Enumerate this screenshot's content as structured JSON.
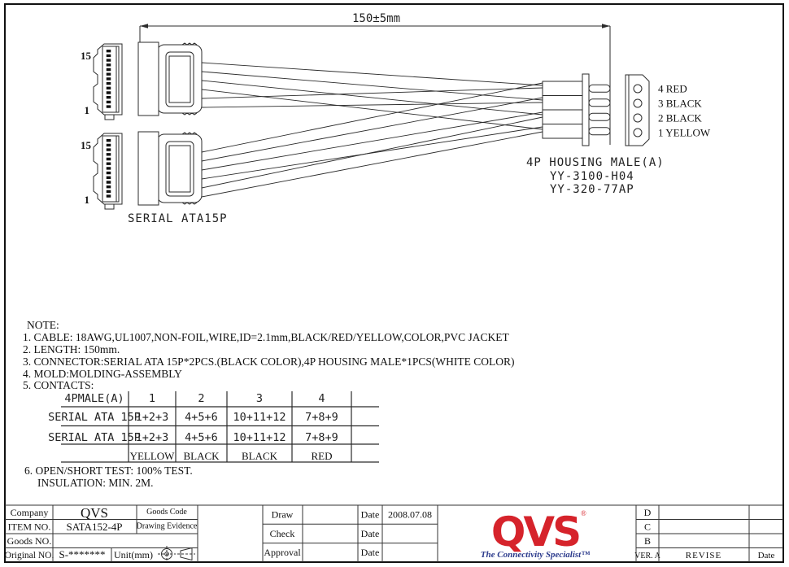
{
  "drawing": {
    "dimension": "150±5mm",
    "pin15_label": "15",
    "pin1_label": "1",
    "sata_label": "SERIAL ATA15P",
    "housing_title": "4P HOUSING MALE(A)",
    "housing_pn1": "YY-3100-H04",
    "housing_pn2": "YY-320-77AP",
    "wire_labels": [
      "4 RED",
      "3 BLACK",
      "2 BLACK",
      "1 YELLOW"
    ]
  },
  "notes": {
    "title": "NOTE:",
    "items": [
      "1. CABLE: 18AWG,UL1007,NON-FOIL,WIRE,ID=2.1mm,BLACK/RED/YELLOW,COLOR,PVC JACKET",
      "2. LENGTH: 150mm.",
      "3. CONNECTOR:SERIAL ATA 15P*2PCS.(BLACK COLOR),4P HOUSING MALE*1PCS(WHITE COLOR)",
      "4. MOLD:MOLDING-ASSEMBLY",
      "5. CONTACTS:"
    ],
    "item6_line1": "6. OPEN/SHORT TEST: 100% TEST.",
    "item6_line2": "INSULATION: MIN. 2M."
  },
  "contacts_table": {
    "header": [
      "4PMALE(A)",
      "1",
      "2",
      "3",
      "4"
    ],
    "rows": [
      [
        "SERIAL ATA 15P",
        "1+2+3",
        "4+5+6",
        "10+11+12",
        "7+8+9"
      ],
      [
        "SERIAL ATA 15P",
        "1+2+3",
        "4+5+6",
        "10+11+12",
        "7+8+9"
      ]
    ],
    "colors_row": [
      "YELLOW",
      "BLACK",
      "BLACK",
      "RED"
    ]
  },
  "title_block": {
    "company_label": "Company",
    "company_value": "QVS",
    "goods_code_label": "Goods Code",
    "item_no_label": "ITEM NO.",
    "item_no_value": "SATA152-4P",
    "drawing_evidence_label": "Drawing Evidence",
    "goods_no_label": "Goods NO.",
    "original_no_label": "Original NO.",
    "original_no_value": "S-*******",
    "unit_label": "Unit(mm)",
    "draw_label": "Draw",
    "check_label": "Check",
    "approval_label": "Approval",
    "date_label": "Date",
    "draw_date_value": "2008.07.08",
    "rev_d": "D",
    "rev_c": "C",
    "rev_b": "B",
    "ver_label": "VER. A",
    "revise_label": "REVISE",
    "rev_date_label": "Date",
    "logo_text": "QVS",
    "logo_reg": "®",
    "tagline": "The Connectivity Specialist™"
  },
  "colors": {
    "logo_red": "#d6232b",
    "tagline_blue": "#2b3a8c",
    "line_black": "#2b2b2b"
  }
}
